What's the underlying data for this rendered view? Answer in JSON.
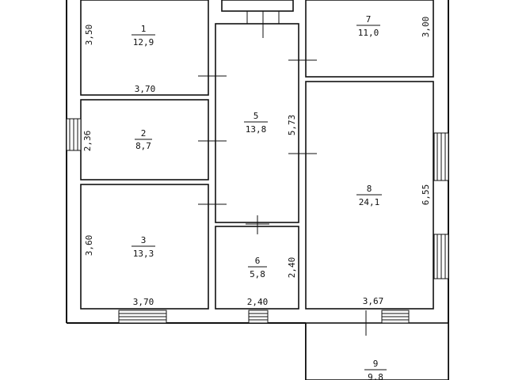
{
  "rooms": [
    {
      "number": "1",
      "area": "12,9"
    },
    {
      "number": "2",
      "area": "8,7"
    },
    {
      "number": "3",
      "area": "13,3"
    },
    {
      "number": "5",
      "area": "13,8"
    },
    {
      "number": "6",
      "area": "5,8"
    },
    {
      "number": "7",
      "area": "11,0"
    },
    {
      "number": "8",
      "area": "24,1"
    },
    {
      "number": "9",
      "area": "9,8"
    }
  ],
  "dimensions": {
    "room1_height": "3,50",
    "room1_width": "3,70",
    "room2_height": "2,36",
    "room3_height": "3,60",
    "room3_width": "3,70",
    "room5_height": "5,73",
    "room6_height": "2,40",
    "room6_width": "2,40",
    "room7_height": "3,00",
    "room8_height": "6,55",
    "room8_width": "3,67"
  }
}
